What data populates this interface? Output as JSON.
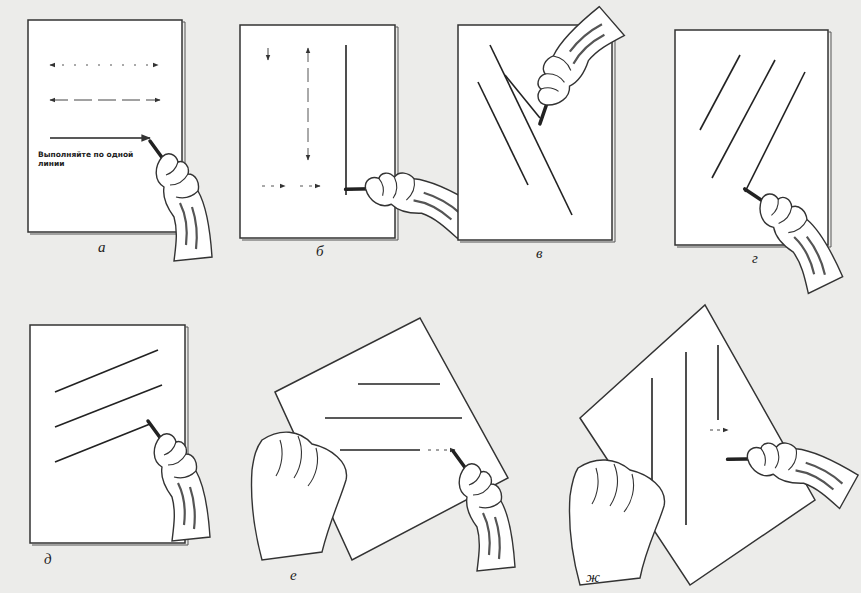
{
  "diagram": {
    "labels": [
      "Выполняйте по одной линии",
      "а",
      "б",
      "в",
      "г",
      "д",
      "е",
      "ж"
    ]
  }
}
